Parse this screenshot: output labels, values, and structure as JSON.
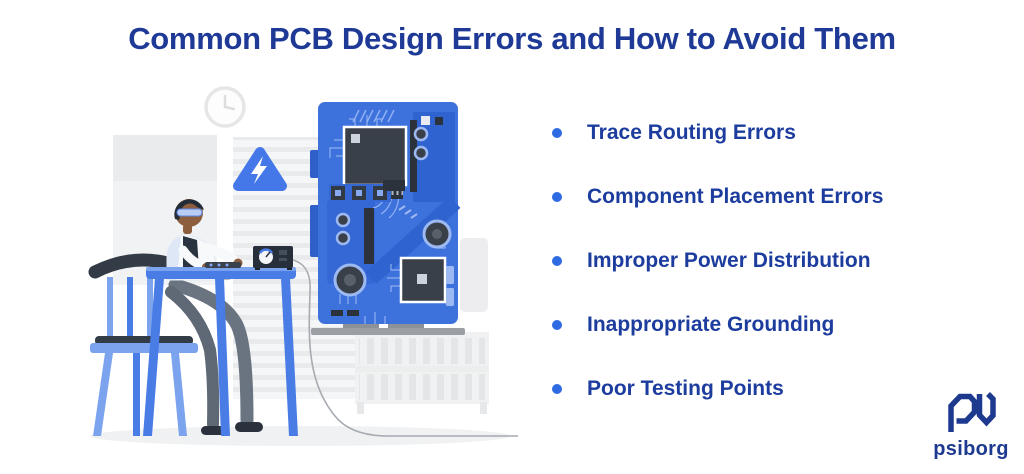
{
  "title": {
    "text": "Common PCB Design Errors and How to Avoid Them",
    "color": "#1e3a96"
  },
  "list": {
    "bullet_color": "#2e6be2",
    "text_color": "#1d3d9e",
    "items": [
      {
        "label": "Trace Routing Errors"
      },
      {
        "label": "Component Placement Errors"
      },
      {
        "label": "Improper Power Distribution"
      },
      {
        "label": "Inappropriate Grounding"
      },
      {
        "label": "Poor Testing Points"
      }
    ]
  },
  "logo": {
    "text": "psiborg",
    "color": "#1e3a8f"
  },
  "illustration": {
    "icons": [
      "clock-icon",
      "warning-triangle-icon",
      "pcb-board",
      "engineer-at-desk",
      "chair",
      "soldering-station",
      "shelf",
      "floor-shadow"
    ],
    "pcb_blue": "#3d72dd",
    "accent_blue": "#4a7ce6",
    "warning_blue": "#4478e8"
  }
}
